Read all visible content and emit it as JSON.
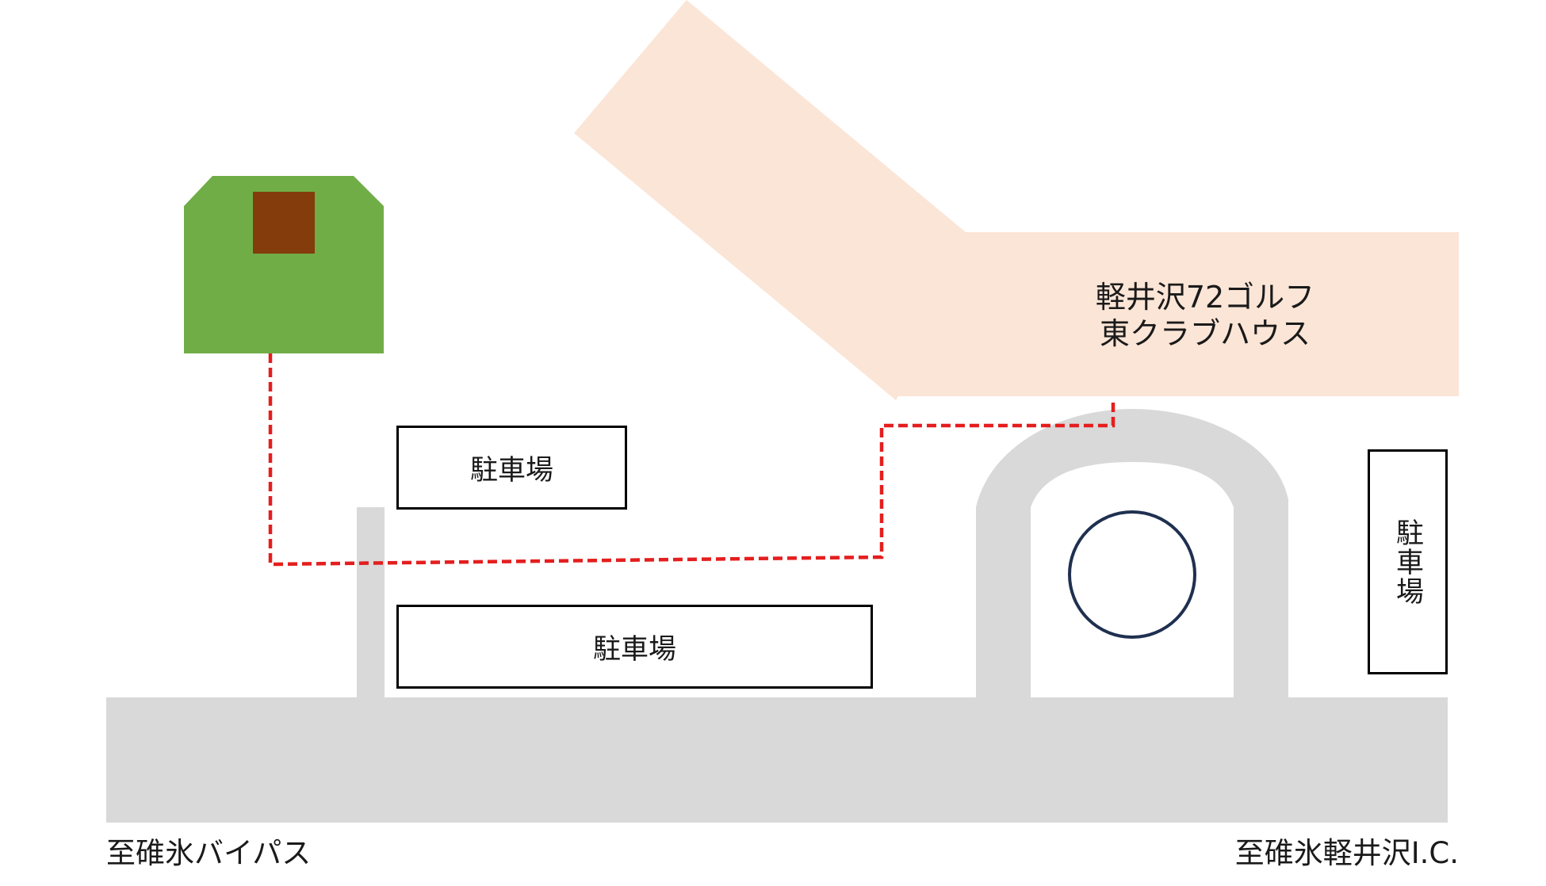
{
  "map": {
    "clubhouse": {
      "name_line1": "軽井沢72ゴルフ",
      "name_line2": "東クラブハウス"
    },
    "parking_lots": [
      {
        "label": "駐車場"
      },
      {
        "label": "駐車場"
      },
      {
        "label": "駐車場"
      }
    ],
    "road_labels": {
      "left": "至碓氷バイパス",
      "right": "至碓氷軽井沢I.C."
    }
  },
  "colors": {
    "road": "#d9d9d9",
    "clubhouse_building": "#fbe5d6",
    "green_area": "#70ad47",
    "brown_marker": "#843c0c",
    "route_line": "#e41e1e",
    "roundabout_circle": "#1f3050",
    "parking_border": "#000000"
  },
  "icons": {
    "destination_marker": "green-building-icon",
    "route": "dashed-route-line"
  }
}
